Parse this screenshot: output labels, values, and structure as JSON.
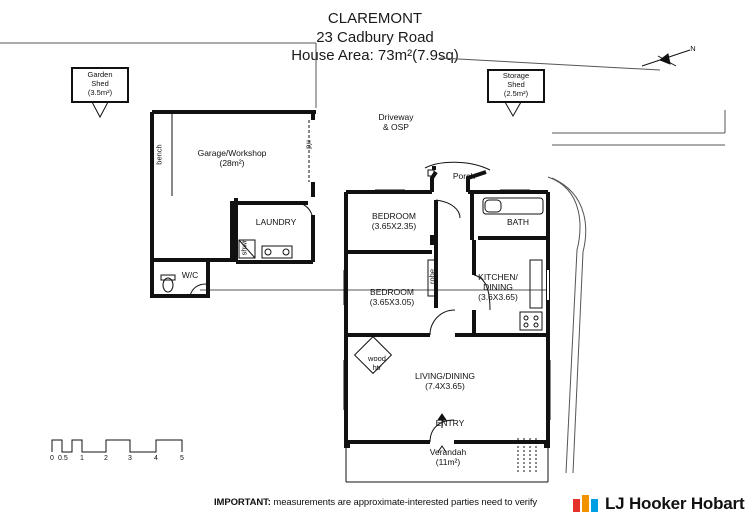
{
  "header": {
    "suburb": "CLAREMONT",
    "address": "23 Cadbury Road",
    "house_area": "House Area: 73m²(7.9sq)"
  },
  "labels": {
    "garden_shed": [
      "Garden",
      "Shed",
      "(3.5m²)"
    ],
    "storage_shed": [
      "Storage",
      "Shed",
      "(2.5m²)"
    ],
    "garage": [
      "Garage/Workshop",
      "(28m²)"
    ],
    "bench": "bench",
    "roller_door": "r/d",
    "driveway": [
      "Driveway",
      "& OSP"
    ],
    "laundry": "LAUNDRY",
    "shower": "shwr",
    "wc": "W/C",
    "porch": "Porch",
    "bedroom1": [
      "BEDROOM",
      "(3.65X2.35)"
    ],
    "bath": "BATH",
    "bedroom2": [
      "BEDROOM",
      "(3.65X3.05)"
    ],
    "robe": "robe",
    "kitchen": [
      "KITCHEN/",
      "DINING",
      "(3.6X3.65)"
    ],
    "wood_heater": [
      "wood",
      "htr"
    ],
    "living": [
      "LIVING/DINING",
      "(7.4X3.65)"
    ],
    "entry": "ENTRY",
    "verandah": [
      "Verandah",
      "(11m²)"
    ]
  },
  "compass": {
    "north": "N"
  },
  "scale": {
    "marks": [
      "0",
      "0.5",
      "1",
      "2",
      "3",
      "4",
      "5"
    ]
  },
  "footer": {
    "important": "IMPORTANT:",
    "disclaimer": " measurements are approximate-interested parties need to verify",
    "brand": "LJ Hooker Hobart",
    "brand_colors": [
      "#e4312b",
      "#f39200",
      "#009fe3"
    ]
  }
}
